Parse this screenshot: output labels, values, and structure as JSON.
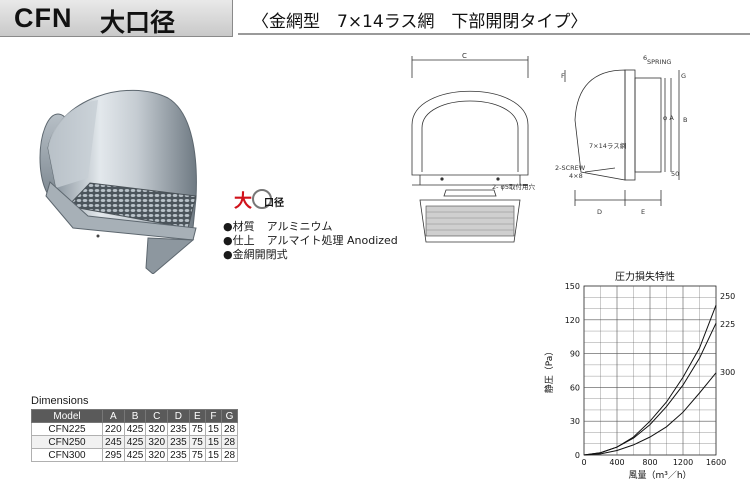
{
  "header": {
    "model_code": "CFN",
    "model_name": "大口径",
    "subtitle": "〈金網型　7×14ラス網　下部開閉タイプ〉"
  },
  "logo": {
    "char_big": "大",
    "char_rest": "口径"
  },
  "specs": [
    {
      "key": "材質",
      "value": "アルミニウム"
    },
    {
      "key": "仕上",
      "value": "アルマイト処理 Anodized"
    },
    {
      "key": "金網開閉式",
      "value": ""
    }
  ],
  "drawing": {
    "front_label_c": "C",
    "front_hole_label": "2- φ5取付用穴",
    "side_label_6": "6",
    "side_label_f": "F",
    "side_label_spring": "SPRING",
    "side_label_g": "G",
    "side_label_a": "φ A",
    "side_label_b": "B",
    "side_label_mesh": "7×14ラス網",
    "side_label_screw": "2-SCREW",
    "side_label_screw_size": "4×8",
    "side_label_50": "50",
    "side_label_d": "D",
    "side_label_e": "E"
  },
  "chart_data": {
    "type": "line",
    "title": "圧力損失特性",
    "xlabel": "風量（m³／h）",
    "ylabel": "静圧（Pa）",
    "xlim": [
      0,
      1600
    ],
    "ylim": [
      0,
      150
    ],
    "xticks": [
      0,
      400,
      800,
      1200,
      1600
    ],
    "yticks": [
      0,
      30,
      60,
      90,
      120,
      150
    ],
    "grid": true,
    "series": [
      {
        "name": "250",
        "x": [
          0,
          200,
          400,
          600,
          800,
          1000,
          1200,
          1400,
          1600
        ],
        "y": [
          0,
          2,
          7,
          16,
          30,
          47,
          69,
          95,
          133
        ]
      },
      {
        "name": "225",
        "x": [
          0,
          200,
          400,
          600,
          800,
          1000,
          1200,
          1400,
          1600
        ],
        "y": [
          0,
          2,
          7,
          15,
          27,
          43,
          62,
          86,
          117
        ]
      },
      {
        "name": "300",
        "x": [
          0,
          200,
          400,
          600,
          800,
          1000,
          1200,
          1400,
          1600
        ],
        "y": [
          0,
          1,
          4,
          9,
          16,
          25,
          38,
          55,
          73
        ]
      }
    ]
  },
  "table": {
    "title": "Dimensions",
    "headers": [
      "Model",
      "A",
      "B",
      "C",
      "D",
      "E",
      "F",
      "G"
    ],
    "rows": [
      [
        "CFN225",
        "220",
        "425",
        "320",
        "235",
        "75",
        "15",
        "28"
      ],
      [
        "CFN250",
        "245",
        "425",
        "320",
        "235",
        "75",
        "15",
        "28"
      ],
      [
        "CFN300",
        "295",
        "425",
        "320",
        "235",
        "75",
        "15",
        "28"
      ]
    ]
  }
}
